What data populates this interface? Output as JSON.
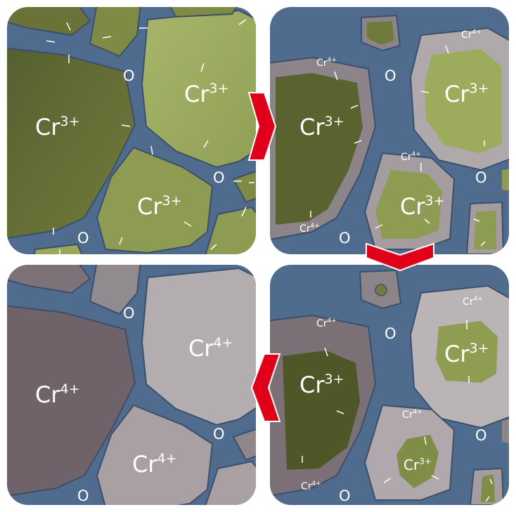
{
  "labels": {
    "cr3": "Cr",
    "cr4": "Cr",
    "charge3": "3+",
    "charge4": "4+",
    "oxygen": "O"
  },
  "colors": {
    "boundary": "#4f6c8e",
    "boundary_edge": "#6d87a6",
    "cr3_fill": "#9aa85a",
    "cr3_dark": "#5a6230",
    "cr4_fill": "#a8a0a3",
    "cr4_dark": "#6e6369",
    "arrow": "#e1001a"
  },
  "panels": [
    {
      "name": "stage-1"
    },
    {
      "name": "stage-2"
    },
    {
      "name": "stage-3"
    },
    {
      "name": "stage-4"
    }
  ]
}
